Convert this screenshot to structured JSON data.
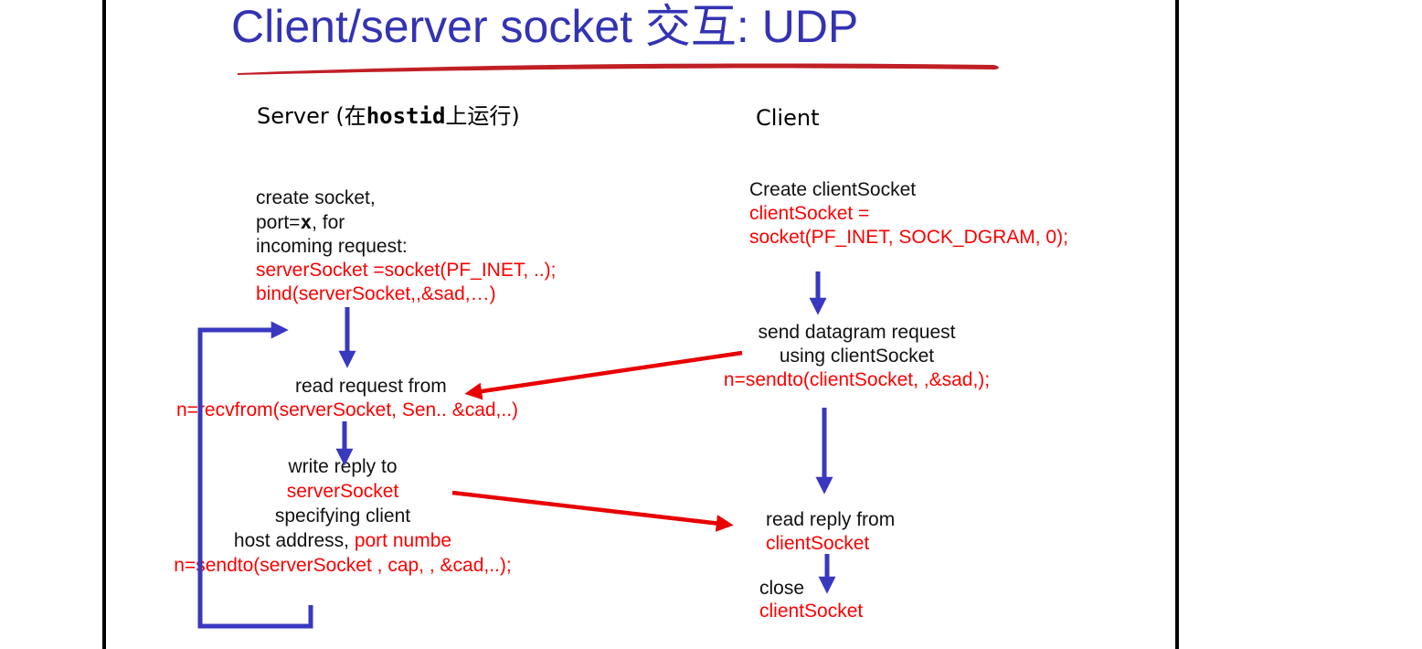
{
  "title": "Client/server socket 交互: UDP",
  "headers": {
    "server_prefix": "Server (在",
    "server_hostid": "hostid",
    "server_suffix": "上运行)",
    "client": "Client"
  },
  "server": {
    "block1": {
      "l1": "create socket,",
      "l2_pre": "port=",
      "l2_x": "x",
      "l2_post": ", for",
      "l3": "incoming request:",
      "l4": "serverSocket =socket(PF_INET, ..);",
      "l5": "bind(serverSocket,,&sad,…)"
    },
    "block2": {
      "l1": "read request from",
      "l2": "n=recvfrom(serverSocket, Sen.. &cad,..)"
    },
    "block3": {
      "l1": "write reply to",
      "l2": "serverSocket",
      "l3": "specifying client",
      "l4_black": "host address, ",
      "l4_red": "port numbe",
      "l5": "n=sendto(serverSocket , cap, , &cad,..);"
    }
  },
  "client": {
    "block1": {
      "l1": "Create clientSocket",
      "l2": "clientSocket =",
      "l3": "socket(PF_INET, SOCK_DGRAM, 0);"
    },
    "block2": {
      "l1": "send datagram request",
      "l2": "using clientSocket",
      "l3": "n=sendto(clientSocket, ,&sad,);"
    },
    "block3": {
      "l1": "read reply from",
      "l2": "clientSocket"
    },
    "block4": {
      "l1": "close",
      "l2": "clientSocket"
    }
  },
  "colors": {
    "title_blue": "#3333b3",
    "arrow_blue": "#3838c0",
    "code_red": "#fb0000",
    "arrow_red": "#e80000",
    "underline_red": "#c02025",
    "text_black": "#111111"
  }
}
